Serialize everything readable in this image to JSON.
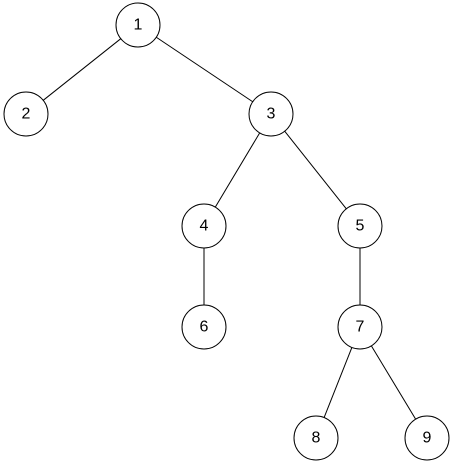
{
  "tree": {
    "nodes": [
      {
        "id": "1",
        "label": "1"
      },
      {
        "id": "2",
        "label": "2"
      },
      {
        "id": "3",
        "label": "3"
      },
      {
        "id": "4",
        "label": "4"
      },
      {
        "id": "5",
        "label": "5"
      },
      {
        "id": "6",
        "label": "6"
      },
      {
        "id": "7",
        "label": "7"
      },
      {
        "id": "8",
        "label": "8"
      },
      {
        "id": "9",
        "label": "9"
      }
    ],
    "edges": [
      {
        "from": "1",
        "to": "2"
      },
      {
        "from": "1",
        "to": "3"
      },
      {
        "from": "3",
        "to": "4"
      },
      {
        "from": "3",
        "to": "5"
      },
      {
        "from": "4",
        "to": "6"
      },
      {
        "from": "5",
        "to": "7"
      },
      {
        "from": "7",
        "to": "8"
      },
      {
        "from": "7",
        "to": "9"
      }
    ],
    "colors": {
      "stroke": "#000000",
      "fill": "#ffffff",
      "text": "#000000"
    }
  }
}
